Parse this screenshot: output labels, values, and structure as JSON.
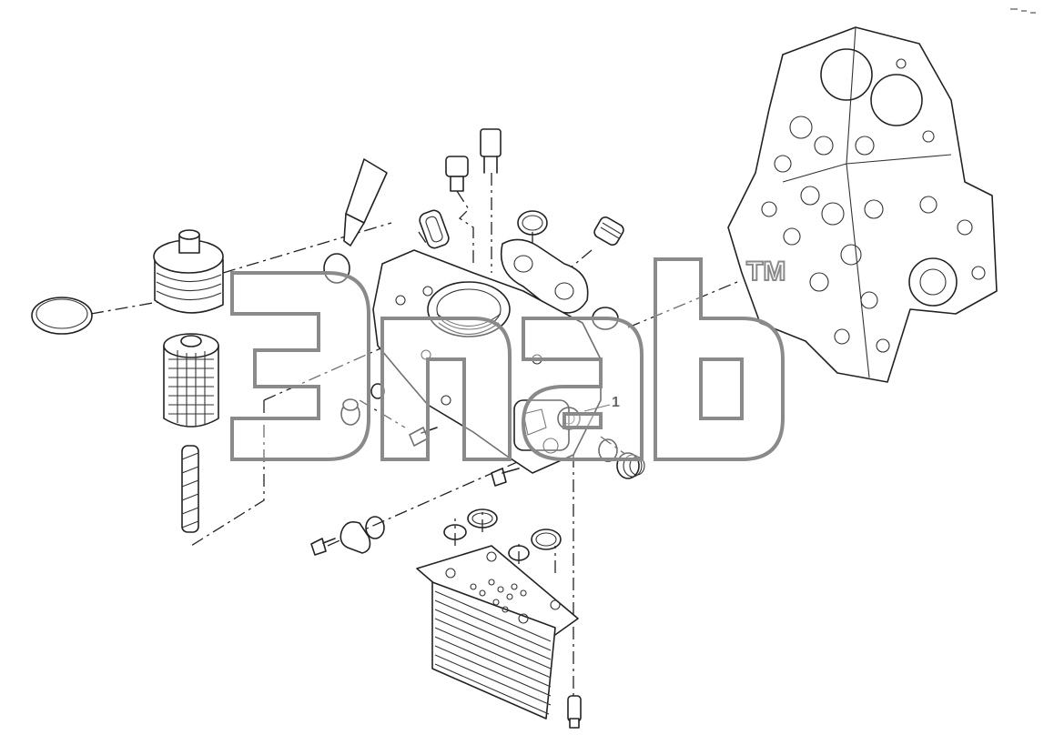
{
  "diagram": {
    "callouts": [
      {
        "id": "part-1",
        "label": "1"
      }
    ],
    "watermark": {
      "mark": "TM"
    }
  }
}
